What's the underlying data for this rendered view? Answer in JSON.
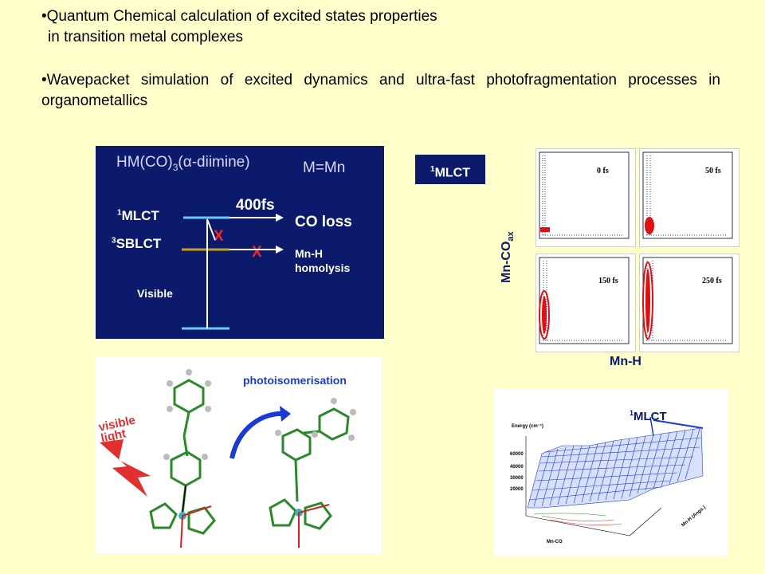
{
  "bullets": [
    {
      "line1": "•Quantum Chemical calculation of excited states properties",
      "line2": "in transition metal complexes"
    },
    {
      "text": "•Wavepacket simulation of excited dynamics and ultra-fast photofragmentation processes in organometallics"
    }
  ],
  "energy_diagram": {
    "title_pre": "HM(CO)",
    "title_sub": "3",
    "title_alpha": "α",
    "title_post": "-diimine)",
    "title_open": "(",
    "metal": "M=Mn",
    "state1_sup": "1",
    "state1": "MLCT",
    "state2_sup": "3",
    "state2": "SBLCT",
    "time": "400fs",
    "product1": "CO loss",
    "product2_line1": "Mn-H",
    "product2_line2": "homolysis",
    "excitation": "Visible",
    "blocked_mark": "X"
  },
  "mlct_box": {
    "sup": "1",
    "label": "MLCT"
  },
  "wavepacket": {
    "frames": [
      "0 fs",
      "50 fs",
      "150 fs",
      "250 fs"
    ],
    "x_axis_label": "Mn-H",
    "y_axis_label_main": "Mn-CO",
    "y_axis_label_sub": "ax"
  },
  "molecule_figure": {
    "caption": "photoisomerisation",
    "excitation_line1": "visible",
    "excitation_line2": "light"
  },
  "surface_figure": {
    "sup": "1",
    "label": "MLCT",
    "z_label": "Energy (cm⁻¹)",
    "z_ticks": [
      "60000",
      "40000",
      "30000",
      "20000"
    ],
    "x_label": "Mn-CO",
    "y_label": "Mn-H (Angs.)"
  },
  "colors": {
    "background": "#ffffcc",
    "panel": "#0b1a6b",
    "cyan": "#66ccff",
    "arrow": "#ff3333",
    "contour_red": "#dd1111",
    "contour_blue": "#1a3ad6"
  }
}
